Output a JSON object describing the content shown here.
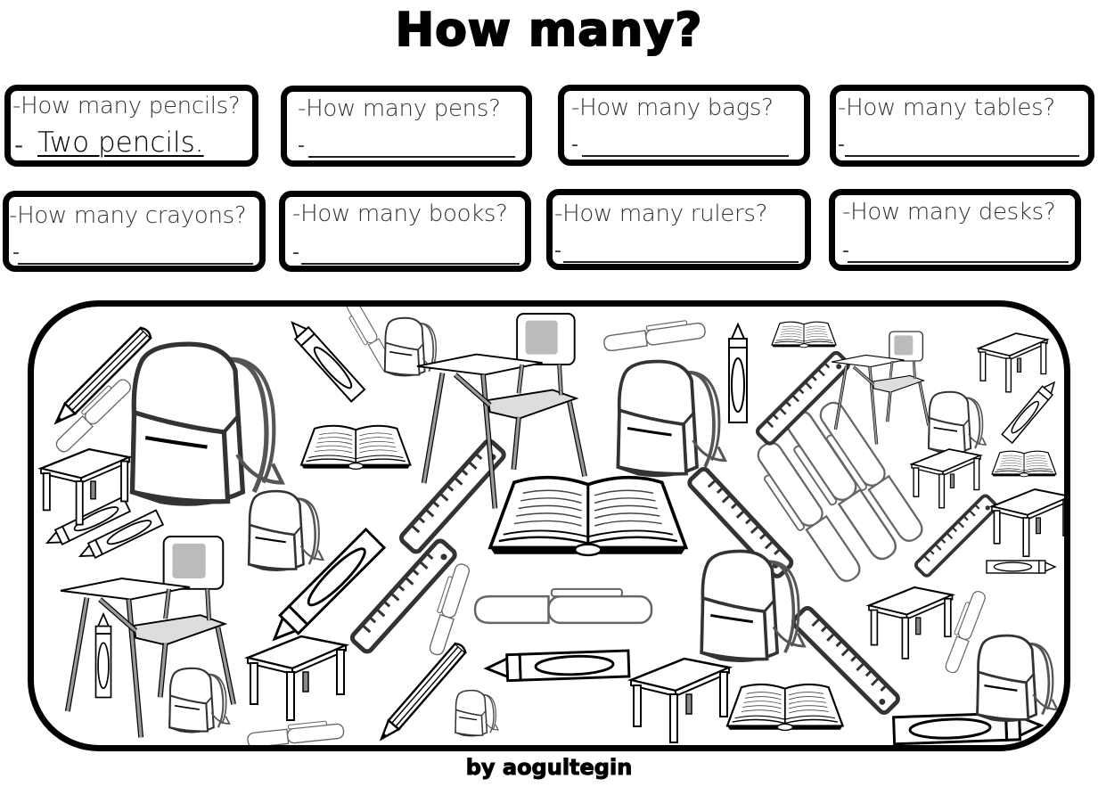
{
  "worksheet": {
    "title": "How many?",
    "credit": "by aogultegin"
  },
  "questions": [
    {
      "id": "pencils",
      "text": "-How many pencils?",
      "answer_prefix": "-",
      "answer": "Two pencils."
    },
    {
      "id": "pens",
      "text": "-How many pens?",
      "answer_prefix": "-",
      "answer": ""
    },
    {
      "id": "bags",
      "text": "-How many bags?",
      "answer_prefix": "-",
      "answer": ""
    },
    {
      "id": "tables",
      "text": "-How many tables?",
      "answer_prefix": "-",
      "answer": ""
    },
    {
      "id": "crayons",
      "text": "-How many crayons?",
      "answer_prefix": "-",
      "answer": ""
    },
    {
      "id": "books",
      "text": "-How many books?",
      "answer_prefix": "-",
      "answer": ""
    },
    {
      "id": "rulers",
      "text": "-How many rulers?",
      "answer_prefix": "-",
      "answer": ""
    },
    {
      "id": "desks",
      "text": "-How many desks?",
      "answer_prefix": "-",
      "answer": ""
    }
  ],
  "illustration": {
    "description": "Scattered black-and-white clip art of school supplies",
    "items": [
      "pencil",
      "pen",
      "backpack",
      "table",
      "crayon",
      "book",
      "ruler",
      "desk"
    ]
  },
  "colors": {
    "ink": "#000000",
    "paper": "#ffffff",
    "question_text": "#333333",
    "desk_gray": "#b8b8b8"
  }
}
